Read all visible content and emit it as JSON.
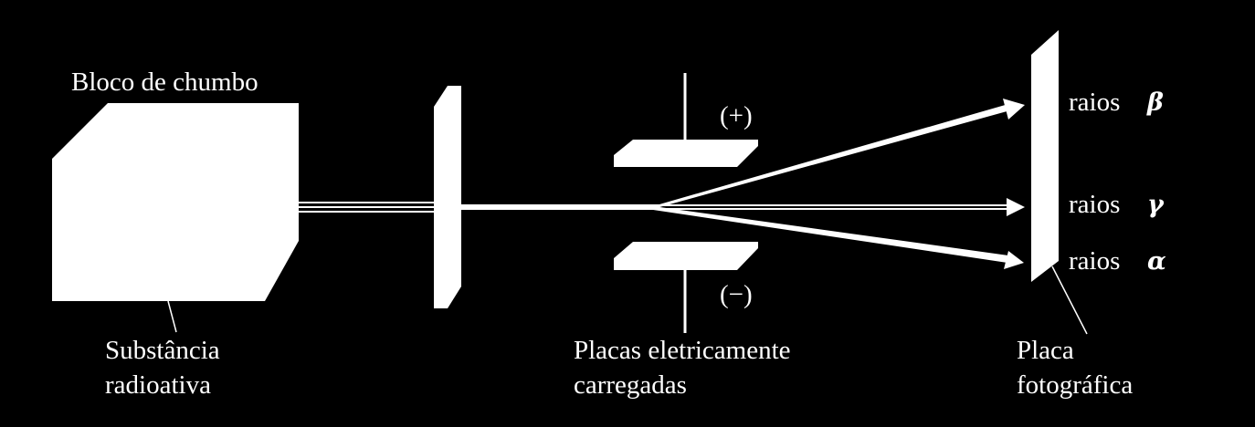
{
  "labels": {
    "lead_block": "Bloco de chumbo",
    "substance_line1": "Substância",
    "substance_line2": "radioativa",
    "plates_line1": "Placas eletricamente",
    "plates_line2": "carregadas",
    "positive": "(+)",
    "negative": "(−)",
    "photo_plate_line1": "Placa",
    "photo_plate_line2": "fotográfica"
  },
  "rays": [
    {
      "word": "raios",
      "symbol": "β"
    },
    {
      "word": "raios",
      "symbol": "γ"
    },
    {
      "word": "raios",
      "symbol": "α"
    }
  ],
  "colors": {
    "background": "#000000",
    "foreground": "#ffffff"
  }
}
